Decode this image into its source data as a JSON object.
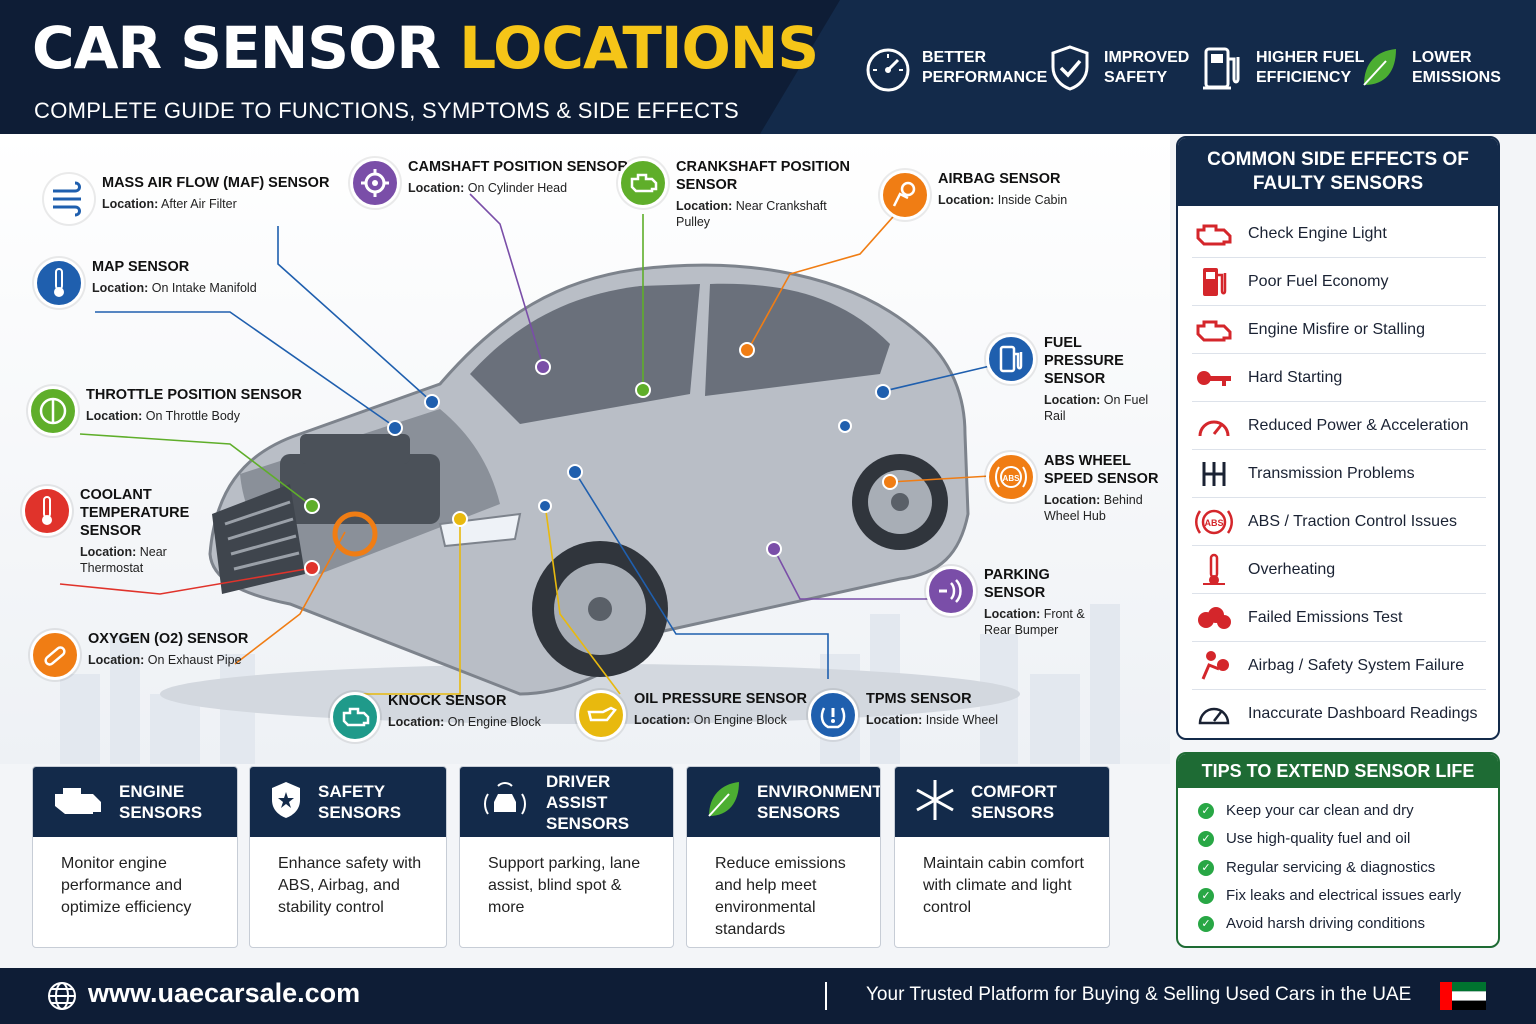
{
  "header": {
    "title_main": "CAR SENSOR",
    "title_highlight": "LOCATIONS",
    "subtitle": "COMPLETE GUIDE TO FUNCTIONS, SYMPTOMS & SIDE EFFECTS",
    "benefits": [
      {
        "label": "BETTER PERFORMANCE",
        "icon": "speedometer-icon"
      },
      {
        "label": "IMPROVED SAFETY",
        "icon": "shield-check-icon"
      },
      {
        "label": "HIGHER FUEL EFFICIENCY",
        "icon": "fuel-pump-icon"
      },
      {
        "label": "LOWER EMISSIONS",
        "icon": "leaf-icon"
      }
    ]
  },
  "sensors": [
    {
      "name": "MASS AIR FLOW (MAF) SENSOR",
      "loc_label": "Location:",
      "loc": "After Air Filter",
      "color": "#1f5fae"
    },
    {
      "name": "CAMSHAFT POSITION SENSOR",
      "loc_label": "Location:",
      "loc": "On Cylinder Head",
      "color": "#7a4ea8"
    },
    {
      "name": "CRANKSHAFT POSITION SENSOR",
      "loc_label": "Location:",
      "loc": "Near Crankshaft Pulley",
      "color": "#5fae2a"
    },
    {
      "name": "AIRBAG SENSOR",
      "loc_label": "Location:",
      "loc": "Inside Cabin",
      "color": "#f07d14"
    },
    {
      "name": "MAP SENSOR",
      "loc_label": "Location:",
      "loc": "On Intake Manifold",
      "color": "#1f5fae"
    },
    {
      "name": "THROTTLE POSITION SENSOR",
      "loc_label": "Location:",
      "loc": "On Throttle Body",
      "color": "#5fae2a"
    },
    {
      "name": "COOLANT TEMPERATURE SENSOR",
      "loc_label": "Location:",
      "loc": "Near Thermostat",
      "color": "#e0332b"
    },
    {
      "name": "OXYGEN (O2) SENSOR",
      "loc_label": "Location:",
      "loc": "On Exhaust Pipe",
      "color": "#f07d14"
    },
    {
      "name": "KNOCK SENSOR",
      "loc_label": "Location:",
      "loc": "On Engine Block",
      "color": "#1f9a8a"
    },
    {
      "name": "OIL PRESSURE SENSOR",
      "loc_label": "Location:",
      "loc": "On Engine Block",
      "color": "#e8b90e"
    },
    {
      "name": "TPMS SENSOR",
      "loc_label": "Location:",
      "loc": "Inside Wheel",
      "color": "#1f5fae"
    },
    {
      "name": "FUEL PRESSURE SENSOR",
      "loc_label": "Location:",
      "loc": "On Fuel Rail",
      "color": "#1f5fae"
    },
    {
      "name": "ABS WHEEL SPEED SENSOR",
      "loc_label": "Location:",
      "loc": "Behind Wheel Hub",
      "color": "#f07d14"
    },
    {
      "name": "PARKING SENSOR",
      "loc_label": "Location:",
      "loc": "Front & Rear Bumper",
      "color": "#7a4ea8"
    }
  ],
  "side_effects": {
    "title": "COMMON SIDE EFFECTS OF FAULTY SENSORS",
    "items": [
      {
        "label": "Check Engine Light",
        "icon": "engine-warning-icon"
      },
      {
        "label": "Poor Fuel Economy",
        "icon": "fuel-pump-icon"
      },
      {
        "label": "Engine Misfire or Stalling",
        "icon": "engine-icon"
      },
      {
        "label": "Hard Starting",
        "icon": "key-icon"
      },
      {
        "label": "Reduced Power & Acceleration",
        "icon": "gauge-icon"
      },
      {
        "label": "Transmission Problems",
        "icon": "gear-shift-icon"
      },
      {
        "label": "ABS / Traction Control Issues",
        "icon": "abs-icon"
      },
      {
        "label": "Overheating",
        "icon": "thermometer-icon"
      },
      {
        "label": "Failed Emissions Test",
        "icon": "smoke-icon"
      },
      {
        "label": "Airbag / Safety System Failure",
        "icon": "airbag-icon"
      },
      {
        "label": "Inaccurate Dashboard Readings",
        "icon": "dashboard-icon"
      }
    ]
  },
  "tips": {
    "title": "TIPS TO EXTEND SENSOR LIFE",
    "items": [
      "Keep your car clean and dry",
      "Use high-quality fuel and oil",
      "Regular servicing & diagnostics",
      "Fix leaks and electrical issues early",
      "Avoid harsh driving conditions"
    ]
  },
  "categories": [
    {
      "title": "ENGINE SENSORS",
      "desc": "Monitor engine performance and optimize efficiency",
      "icon": "engine-icon"
    },
    {
      "title": "SAFETY SENSORS",
      "desc": "Enhance safety with ABS, Airbag, and stability control",
      "icon": "shield-icon"
    },
    {
      "title": "DRIVER ASSIST SENSORS",
      "desc": "Support parking, lane assist, blind spot & more",
      "icon": "car-radar-icon"
    },
    {
      "title": "ENVIRONMENT SENSORS",
      "desc": "Reduce emissions and help meet environmental standards",
      "icon": "leaf-icon"
    },
    {
      "title": "COMFORT SENSORS",
      "desc": "Maintain cabin comfort with climate and light control",
      "icon": "snowflake-icon"
    }
  ],
  "footer": {
    "url": "www.uaecarsale.com",
    "tagline": "Your Trusted Platform for Buying & Selling Used Cars in the UAE",
    "flag_colors": [
      "#00732f",
      "#ffffff",
      "#000000",
      "#ff0000"
    ]
  }
}
